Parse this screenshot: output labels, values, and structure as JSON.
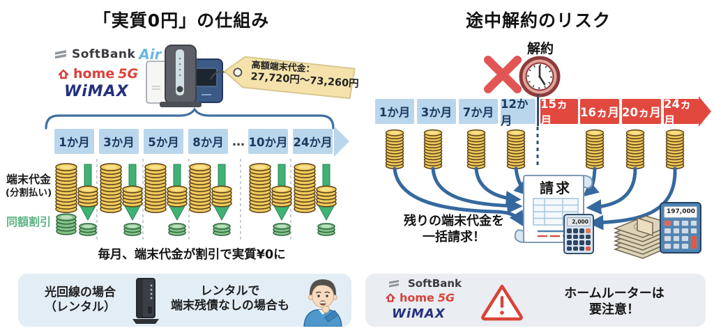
{
  "left": {
    "title": "「実質0円」の仕組み",
    "brands": {
      "softbank": "SoftBank",
      "air": "Air",
      "home": "home",
      "five_g": "5G",
      "wimax": "WiMAX"
    },
    "price_tag": {
      "line1": "高額端末代金：",
      "line2": "27,720円～73,260円"
    },
    "timeline": {
      "months": [
        "1か月",
        "3か月",
        "5か月",
        "8か月",
        "10か月",
        "24か月"
      ],
      "ellipsis": "…"
    },
    "labels": {
      "device_cost": "端末代金",
      "installment": "(分割払い)",
      "same_discount": "同額割引"
    },
    "caption": "毎月、端末代金が割引で実質¥0に",
    "note_box": {
      "case_line1": "光回線の場合",
      "case_line2": "（レンタル）",
      "rental_line1": "レンタルで",
      "rental_line2": "端末残債なしの場合も"
    }
  },
  "right": {
    "title": "途中解約のリスク",
    "cancel_label": "解約",
    "timeline": {
      "paid": [
        "1か月",
        "3か月",
        "7か月",
        "12か月"
      ],
      "unpaid": [
        "15ヵ月",
        "16ヵ月",
        "20ヵ月",
        "24ヵ月"
      ]
    },
    "invoice_title": "請求",
    "claim": {
      "line1": "残りの端末代金を",
      "line2": "一括請求！"
    },
    "calculators": {
      "small": "2,000",
      "large": "197,000"
    },
    "warning": {
      "line1": "ホームルーターは",
      "line2": "要注意！"
    }
  },
  "icons": {
    "softbank-bars-icon": "two slanted gray bars",
    "home-icon": "red house outline",
    "router-cluster-icon": "three home routers",
    "price-tag-icon": "beige hanging tag",
    "brace-icon": "downward curly brace",
    "coin-stack-icon": "stacked gold/green coins",
    "down-arrow-icon": "green discount arrow",
    "x-mark-icon": "red cross",
    "clock-icon": "red alarm clock",
    "invoice-icon": "paper scroll bill",
    "calculator-icon": "calculator",
    "money-stack-icon": "bundle of bills",
    "warning-icon": "red exclamation triangle",
    "person-icon": "thinking man",
    "onu-device-icon": "black rental router"
  },
  "colors": {
    "timeline_paid": "#b9d6ec",
    "timeline_unpaid": "#e1483e",
    "timeline_text": "#1b3a60",
    "coin_gold": "#f2ca5c",
    "coin_green": "#85c188",
    "arrow_green": "#3fb274",
    "arrow_blue": "#35689e",
    "brand_air": "#6db7de",
    "brand_home5g": "#d9413c",
    "brand_wimax": "#24317e",
    "warning_red": "#d84438",
    "note_box_left_bg": "#e3edf6",
    "note_box_right_bg": "#eaedf1",
    "tag_bg": "#f5e2ab"
  }
}
